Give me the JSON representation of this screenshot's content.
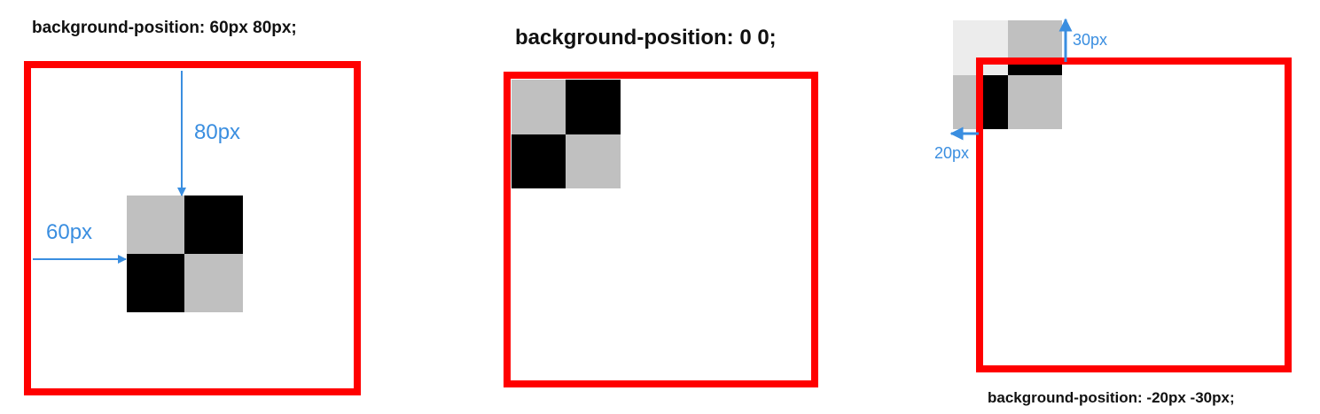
{
  "panels": [
    {
      "caption": "background-position: 60px 80px;",
      "x_offset_label": "60px",
      "y_offset_label": "80px"
    },
    {
      "caption": "background-position: 0 0;"
    },
    {
      "caption": "background-position: -20px -30px;",
      "x_offset_label": "20px",
      "y_offset_label": "30px"
    }
  ],
  "colors": {
    "frame": "#ff0000",
    "arrow": "#3a8ee0",
    "tile_gray": "#c0c0c0",
    "tile_black": "#000000",
    "tile_outside": "#ececec"
  }
}
